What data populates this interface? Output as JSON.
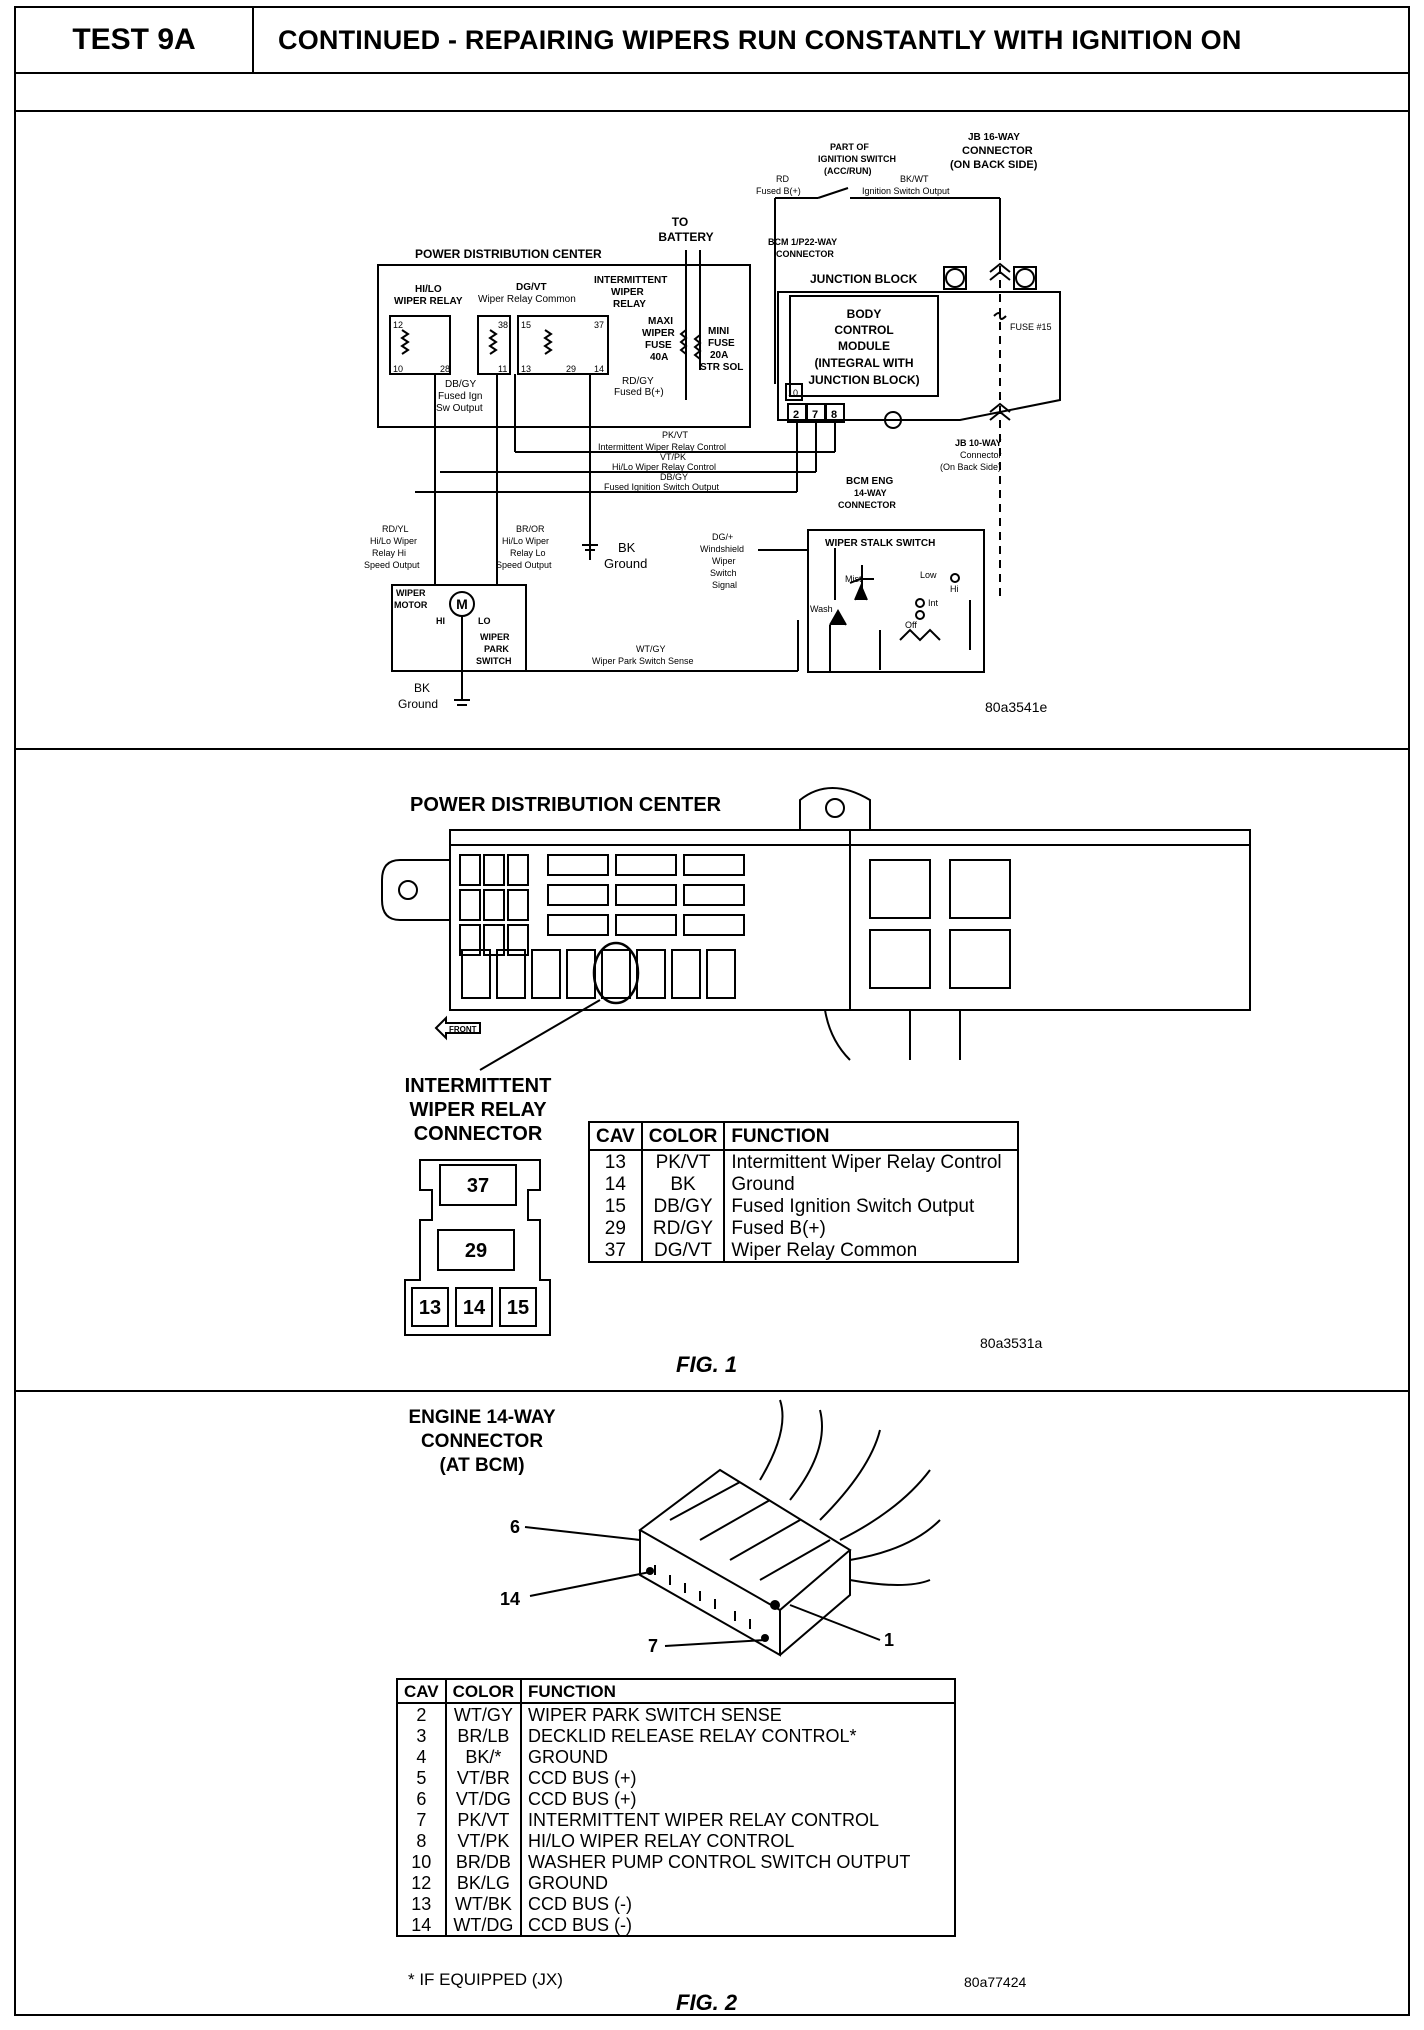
{
  "header": {
    "test_id": "TEST 9A",
    "title": "CONTINUED - REPAIRING WIPERS RUN CONSTANTLY WITH IGNITION ON"
  },
  "wiring_diagram": {
    "labels": {
      "pdc": "POWER DISTRIBUTION CENTER",
      "to_battery_1": "TO",
      "to_battery_2": "BATTERY",
      "hilo_relay_1": "HI/LO",
      "hilo_relay_2": "WIPER RELAY",
      "dgvt": "DG/VT",
      "wiper_relay_common": "Wiper Relay Common",
      "int_relay_1": "INTERMITTENT",
      "int_relay_2": "WIPER",
      "int_relay_3": "RELAY",
      "maxi_1": "MAXI",
      "maxi_2": "WIPER",
      "maxi_3": "FUSE",
      "maxi_4": "40A",
      "mini_1": "MINI",
      "mini_2": "FUSE",
      "mini_3": "20A",
      "mini_4": "STR SOL",
      "rdgy": "RD/GY",
      "fused_b": "Fused B(+)",
      "dbgy": "DB/GY",
      "fused_ign_1": "Fused Ign",
      "fused_ign_2": "Sw Output",
      "part_of_1": "PART OF",
      "part_of_2": "IGNITION SWITCH",
      "part_of_3": "(ACC/RUN)",
      "rd": "RD",
      "fused_b2": "Fused B(+)",
      "bkwt": "BK/WT",
      "ign_sw_output": "Ignition Switch Output",
      "jb16_1": "JB 16-WAY",
      "jb16_2": "CONNECTOR",
      "jb16_3": "(ON BACK SIDE)",
      "bcm_1p22_1": "BCM 1/P22-WAY",
      "bcm_1p22_2": "CONNECTOR",
      "junction_block": "JUNCTION BLOCK",
      "bcm_1": "BODY",
      "bcm_2": "CONTROL",
      "bcm_3": "MODULE",
      "bcm_4": "(INTEGRAL WITH",
      "bcm_5": "JUNCTION BLOCK)",
      "fuse15": "FUSE #15",
      "jb10_1": "JB 10-WAY",
      "jb10_2": "Connector",
      "jb10_3": "(On Back Side)",
      "pkvt": "PK/VT",
      "int_relay_control": "Intermittent Wiper Relay Control",
      "vtpk": "VT/PK",
      "hilo_relay_control": "Hi/Lo Wiper Relay Control",
      "dbgy2": "DB/GY",
      "fused_ign_sw_output": "Fused Ignition Switch Output",
      "bcm_eng_1": "BCM ENG",
      "bcm_eng_2": "14-WAY",
      "bcm_eng_3": "CONNECTOR",
      "rdyl": "RD/YL",
      "hi_speed_1": "Hi/Lo Wiper",
      "hi_speed_2": "Relay Hi",
      "hi_speed_3": "Speed Output",
      "bror": "BR/OR",
      "lo_speed_1": "Hi/Lo Wiper",
      "lo_speed_2": "Relay Lo",
      "lo_speed_3": "Speed Output",
      "bk": "BK",
      "ground": "Ground",
      "dg_plus": "DG/+",
      "ws_1": "Windshield",
      "ws_2": "Wiper",
      "ws_3": "Switch",
      "ws_4": "Signal",
      "stalk_switch": "WIPER STALK SWITCH",
      "mist": "Mist",
      "low": "Low",
      "hi_sw": "Hi",
      "int": "Int",
      "off": "Off",
      "wash": "Wash",
      "wiper_motor_1": "WIPER",
      "wiper_motor_2": "MOTOR",
      "motor_m": "M",
      "hi": "HI",
      "lo": "LO",
      "park_1": "WIPER",
      "park_2": "PARK",
      "park_3": "SWITCH",
      "wtgy": "WT/GY",
      "park_sense": "Wiper Park Switch Sense",
      "bk2": "BK",
      "ground2": "Ground",
      "pin_12": "12",
      "pin_10": "10",
      "pin_28": "28",
      "pin_38": "38",
      "pin_11": "11",
      "pin_15": "15",
      "pin_13": "13",
      "pin_29": "29",
      "pin_37": "37",
      "pin_14": "14",
      "pin_10b": "10",
      "pin_2": "2",
      "pin_7": "7",
      "pin_8": "8",
      "code": "80a3541e"
    }
  },
  "fig1": {
    "pdc_title": "POWER DISTRIBUTION CENTER",
    "front": "FRONT",
    "conn_title_1": "INTERMITTENT",
    "conn_title_2": "WIPER RELAY",
    "conn_title_3": "CONNECTOR",
    "cav_37": "37",
    "cav_29": "29",
    "cav_13": "13",
    "cav_14": "14",
    "cav_15": "15",
    "table": {
      "headers": [
        "CAV",
        "COLOR",
        "FUNCTION"
      ],
      "rows": [
        [
          "13",
          "PK/VT",
          "Intermittent Wiper Relay Control"
        ],
        [
          "14",
          "BK",
          "Ground"
        ],
        [
          "15",
          "DB/GY",
          "Fused Ignition Switch Output"
        ],
        [
          "29",
          "RD/GY",
          "Fused B(+)"
        ],
        [
          "37",
          "DG/VT",
          "Wiper Relay Common"
        ]
      ]
    },
    "code": "80a3531a",
    "caption": "FIG. 1"
  },
  "fig2": {
    "title_1": "ENGINE 14-WAY",
    "title_2": "CONNECTOR",
    "title_3": "(AT BCM)",
    "pin_6": "6",
    "pin_14": "14",
    "pin_7": "7",
    "pin_1": "1",
    "table": {
      "headers": [
        "CAV",
        "COLOR",
        "FUNCTION"
      ],
      "rows": [
        [
          "2",
          "WT/GY",
          "WIPER PARK SWITCH SENSE"
        ],
        [
          "3",
          "BR/LB",
          "DECKLID RELEASE RELAY CONTROL*"
        ],
        [
          "4",
          "BK/*",
          "GROUND"
        ],
        [
          "5",
          "VT/BR",
          "CCD BUS (+)"
        ],
        [
          "6",
          "VT/DG",
          "CCD BUS (+)"
        ],
        [
          "7",
          "PK/VT",
          "INTERMITTENT WIPER RELAY CONTROL"
        ],
        [
          "8",
          "VT/PK",
          "HI/LO WIPER RELAY CONTROL"
        ],
        [
          "10",
          "BR/DB",
          "WASHER PUMP CONTROL SWITCH OUTPUT"
        ],
        [
          "12",
          "BK/LG",
          "GROUND"
        ],
        [
          "13",
          "WT/BK",
          "CCD BUS (-)"
        ],
        [
          "14",
          "WT/DG",
          "CCD BUS (-)"
        ]
      ]
    },
    "footnote": "* IF EQUIPPED (JX)",
    "code": "80a77424",
    "caption": "FIG. 2"
  }
}
